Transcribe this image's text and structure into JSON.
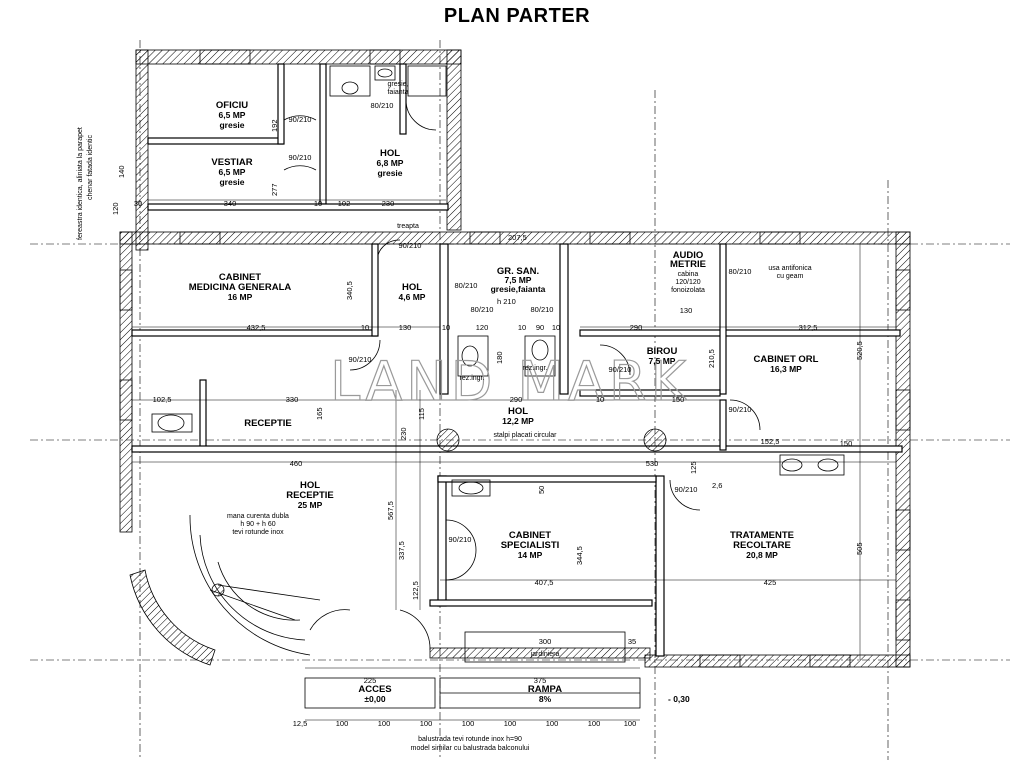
{
  "title": "PLAN PARTER",
  "watermark": "LAND MARK",
  "side_note": [
    "fereastra identica, aliniata la parapet",
    "chenar fatada identic"
  ],
  "rooms": {
    "oficiu": [
      "OFICIU",
      "6,5 MP",
      "gresie"
    ],
    "vestiar": [
      "VESTIAR",
      "6,5 MP",
      "gresie"
    ],
    "hol_top": [
      "HOL",
      "6,8 MP",
      "gresie"
    ],
    "gresie_wc": [
      "gresie,",
      "faianta"
    ],
    "cabinet_mg": [
      "CABINET",
      "MEDICINA GENERALA",
      "16 MP"
    ],
    "hol_small": [
      "HOL",
      "4,6 MP"
    ],
    "gr_san": [
      "GR. SAN.",
      "7,5 MP",
      "gresie,faianta"
    ],
    "audio": [
      "AUDIO",
      "METRIE",
      "cabina",
      "120/120",
      "fonoizolata"
    ],
    "usa_anti": [
      "usa antifonica",
      "cu geam"
    ],
    "birou": [
      "BIROU",
      "7,5 MP"
    ],
    "cabinet_orl": [
      "CABINET ORL",
      "16,3 MP"
    ],
    "receptie": "RECEPTIE",
    "hol_center": [
      "HOL",
      "12,2 MP"
    ],
    "stalpi": "stalpi placati circular",
    "hol_receptie": [
      "HOL",
      "RECEPTIE",
      "25 MP"
    ],
    "mana": [
      "mana curenta dubla",
      "h 90 + h 60",
      "tevi rotunde inox"
    ],
    "cabinet_spec": [
      "CABINET",
      "SPECIALISTI",
      "14 MP"
    ],
    "tratamente": [
      "TRATAMENTE",
      "RECOLTARE",
      "20,8 MP"
    ],
    "acces": [
      "ACCES",
      "±0,00"
    ],
    "rampa": [
      "RAMPA",
      "8%"
    ],
    "jardiniera": "jardiniera",
    "treapta": "treapta",
    "rez_ingr": "rez.ingr.",
    "balustrada": [
      "balustrada tevi rotunde inox h=90",
      "model similar cu balustrada balconului"
    ],
    "level": "- 0,30"
  },
  "doors": [
    "90/210",
    "80/210",
    "90/210",
    "90/210",
    "80/210",
    "80/210",
    "80/210",
    "80/210",
    "90/210",
    "90/210",
    "90/210",
    "90/210",
    "90/210"
  ],
  "dims": {
    "d340": "340",
    "d10a": "10",
    "d102": "102",
    "d230": "230",
    "d30": "30",
    "d4325": "432,5",
    "d10b": "10",
    "d130": "130",
    "d10c": "10",
    "d120": "120",
    "d10d": "10",
    "d90a": "90",
    "d10e": "10",
    "d290a": "290",
    "d130b": "130",
    "d3125": "312,5",
    "d1025": "102,5",
    "d330": "330",
    "d290b": "290",
    "d10f": "10",
    "d150a": "150",
    "d460": "460",
    "d530": "530",
    "d150b": "150",
    "d1525": "152,5",
    "d4075": "407,5",
    "d425": "425",
    "d300": "300",
    "d35": "35",
    "d225": "225",
    "d375": "375",
    "d125": "12,5",
    "d100a": "100",
    "d100b": "100",
    "d100c": "100",
    "d100d": "100",
    "d100e": "100",
    "d100f": "100",
    "d100g": "100",
    "d100h": "100",
    "v3405": "340,5",
    "v5675": "567,5",
    "v3375": "337,5",
    "v1225": "122,5",
    "v3445": "344,5",
    "v5205": "520,5",
    "v505": "505",
    "v2105": "210,5",
    "v230": "230",
    "v165": "165",
    "v115": "115",
    "v192": "192",
    "v277": "277",
    "v140": "140",
    "v120": "120",
    "v2075": "207,5",
    "v125": "125",
    "v50": "50",
    "v26": "2,6",
    "v180": "180",
    "vh210": "h 210"
  }
}
